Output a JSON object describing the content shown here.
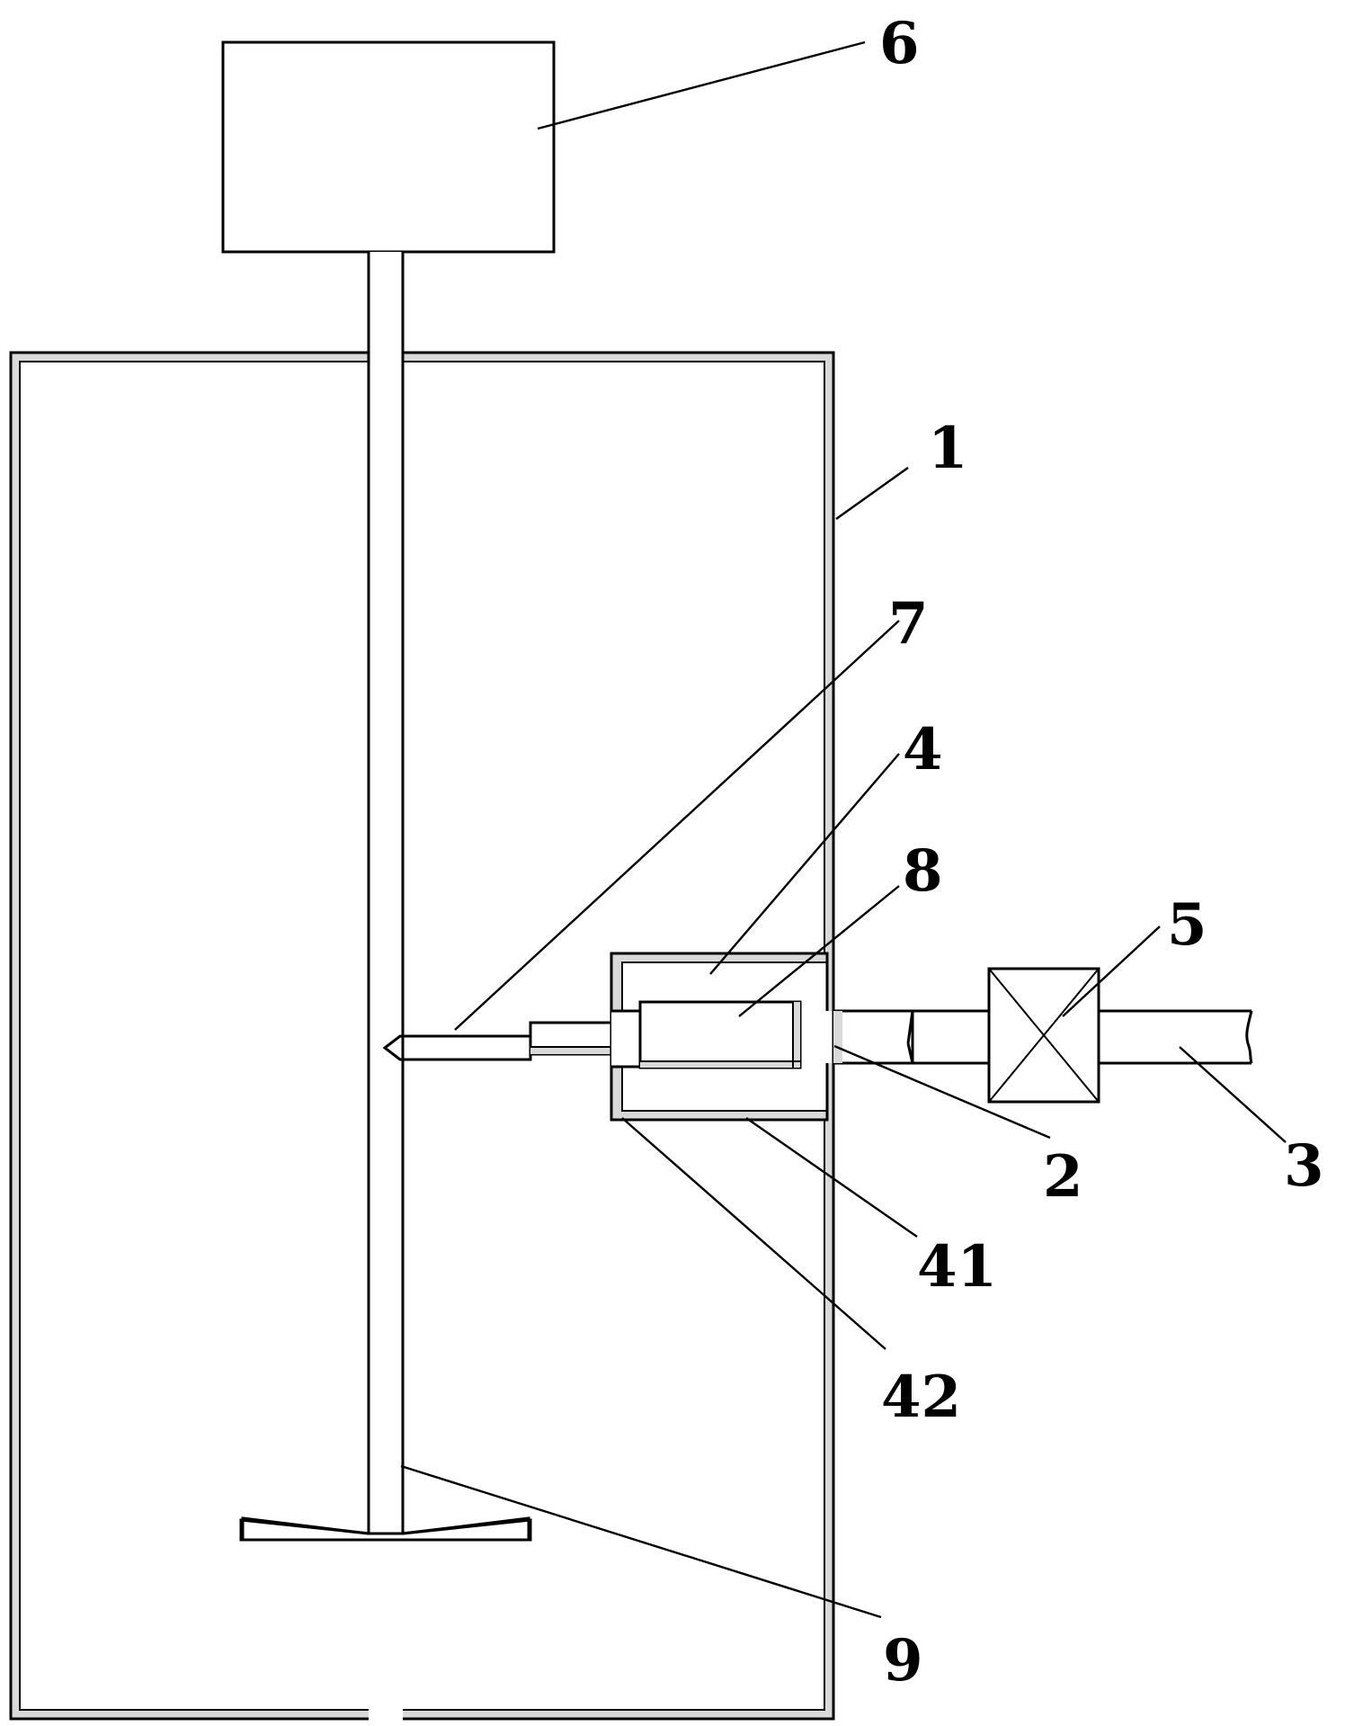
{
  "labels": {
    "l1": "1",
    "l2": "2",
    "l3": "3",
    "l4": "4",
    "l41": "41",
    "l42": "42",
    "l5": "5",
    "l6": "6",
    "l7": "7",
    "l8": "8",
    "l9": "9"
  }
}
